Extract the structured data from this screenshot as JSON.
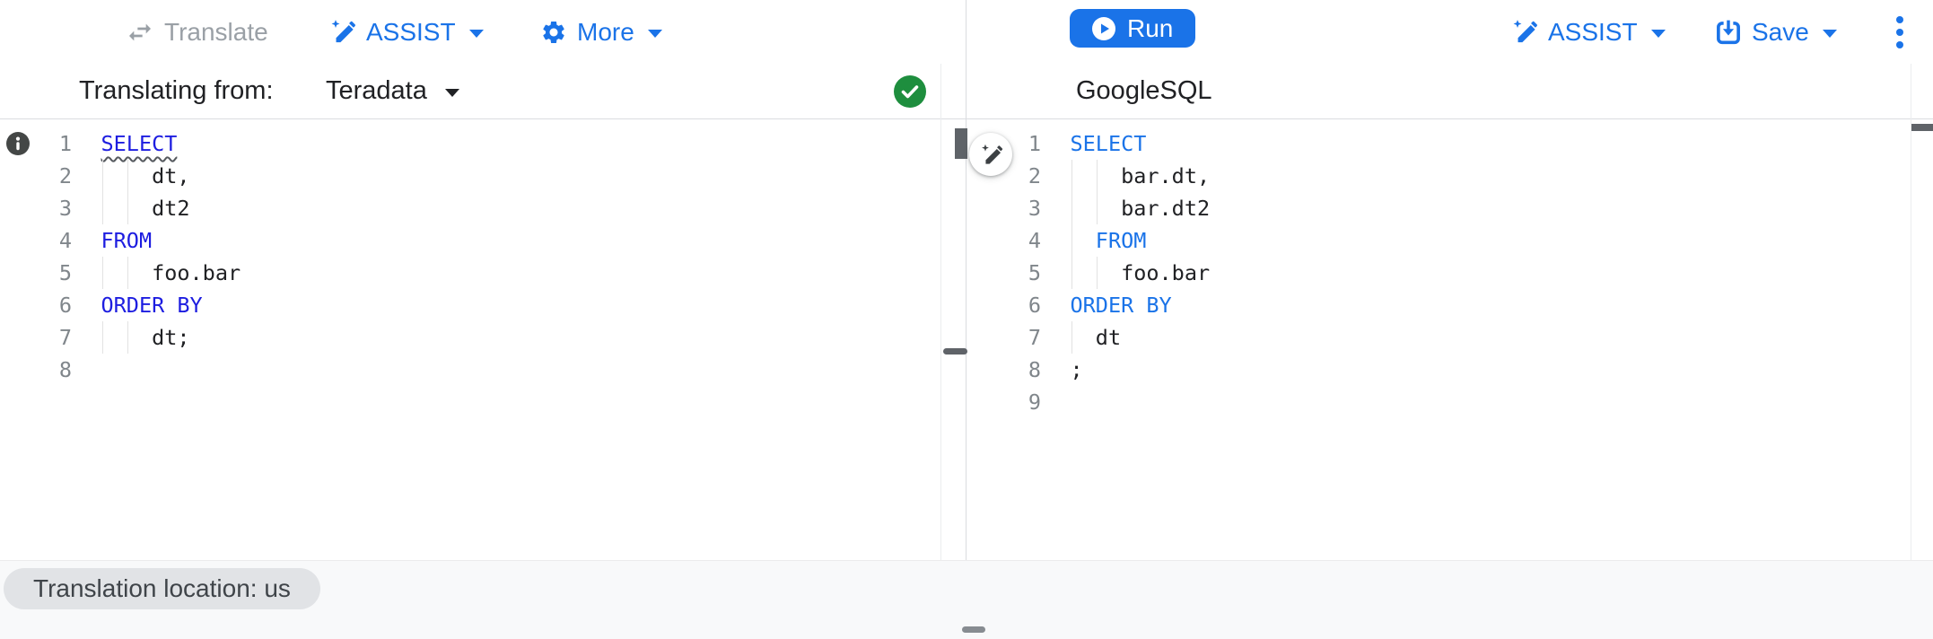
{
  "toolbars": {
    "left": {
      "translate_label": "Translate",
      "assist_label": "ASSIST",
      "more_label": "More"
    },
    "right": {
      "run_label": "Run",
      "assist_label": "ASSIST",
      "save_label": "Save"
    }
  },
  "source_pane": {
    "header_label": "Translating from:",
    "dialect": "Teradata",
    "status": "valid",
    "lines": [
      {
        "n": "1",
        "g": [],
        "s": [
          {
            "t": "SELECT",
            "k": true,
            "sq": true
          }
        ]
      },
      {
        "n": "2",
        "g": [
          0,
          2
        ],
        "s": [
          {
            "t": "    dt,"
          }
        ]
      },
      {
        "n": "3",
        "g": [
          0,
          2
        ],
        "s": [
          {
            "t": "    dt2"
          }
        ]
      },
      {
        "n": "4",
        "g": [],
        "s": [
          {
            "t": "FROM",
            "k": true
          }
        ]
      },
      {
        "n": "5",
        "g": [
          0,
          2
        ],
        "s": [
          {
            "t": "    foo.bar"
          }
        ]
      },
      {
        "n": "6",
        "g": [],
        "s": [
          {
            "t": "ORDER BY",
            "k": true
          }
        ]
      },
      {
        "n": "7",
        "g": [
          0,
          2
        ],
        "s": [
          {
            "t": "    dt;"
          }
        ]
      },
      {
        "n": "8",
        "g": [],
        "s": []
      }
    ]
  },
  "target_pane": {
    "title": "GoogleSQL",
    "lines": [
      {
        "n": "1",
        "g": [],
        "s": [
          {
            "t": "SELECT",
            "k": true
          }
        ]
      },
      {
        "n": "2",
        "g": [
          0,
          2
        ],
        "s": [
          {
            "t": "    bar.dt,"
          }
        ]
      },
      {
        "n": "3",
        "g": [
          0,
          2
        ],
        "s": [
          {
            "t": "    bar.dt2"
          }
        ]
      },
      {
        "n": "4",
        "g": [
          0
        ],
        "s": [
          {
            "t": "  "
          },
          {
            "t": "FROM",
            "k": true
          }
        ]
      },
      {
        "n": "5",
        "g": [
          0,
          2
        ],
        "s": [
          {
            "t": "    foo.bar"
          }
        ]
      },
      {
        "n": "6",
        "g": [],
        "s": [
          {
            "t": "ORDER BY",
            "k": true
          }
        ]
      },
      {
        "n": "7",
        "g": [
          0
        ],
        "s": [
          {
            "t": "  dt"
          }
        ]
      },
      {
        "n": "8",
        "g": [],
        "s": [
          {
            "t": ";"
          }
        ]
      },
      {
        "n": "9",
        "g": [],
        "s": []
      }
    ]
  },
  "status_bar": {
    "location_badge": "Translation location: us"
  },
  "icons": {
    "translate": "swap-horizontal-arrows",
    "assist": "magic-pen-sparkle",
    "more": "gear",
    "run": "play-circle",
    "save": "save-box-down-arrow",
    "overflow": "kebab-vertical",
    "source_status": "check-circle",
    "line_marker": "info-circle",
    "floating_button": "magic-pen-sparkle"
  },
  "colors": {
    "accent_blue": "#1a73e8",
    "source_keyword_blue": "#1d1de0",
    "target_keyword_blue": "#1a73e8",
    "success_green": "#1e8e3e",
    "disabled_gray": "#9aa0a6",
    "code_text": "#202124",
    "line_number_gray": "#80868b",
    "gutter_bg": "#f8f9fa",
    "border_gray": "#dadce0"
  }
}
